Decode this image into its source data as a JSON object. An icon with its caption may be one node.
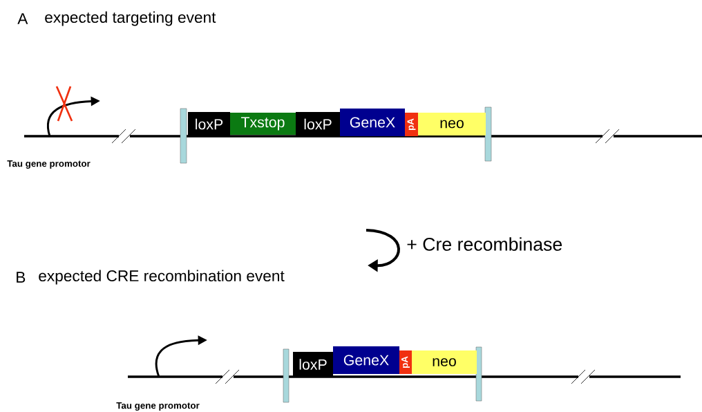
{
  "diagram": {
    "nodes": [
      {
        "text": [
          "loxP"
        ]
      },
      {
        "text": [
          "Txstop"
        ]
      },
      {
        "text": [
          "loxP"
        ]
      },
      {
        "text": [
          "GeneX"
        ]
      },
      {
        "text": [
          "pA"
        ]
      },
      {
        "text": [
          "neo"
        ]
      },
      {
        "text": [
          "loxP"
        ]
      },
      {
        "text": [
          "GeneX"
        ]
      },
      {
        "text": [
          "pA"
        ]
      },
      {
        "text": [
          "neo"
        ]
      }
    ],
    "labels": [
      "A",
      "expected targeting event",
      "Tau gene promotor",
      "+ Cre recombinase",
      "B",
      "expected CRE recombination event",
      "Tau gene promotor"
    ]
  }
}
